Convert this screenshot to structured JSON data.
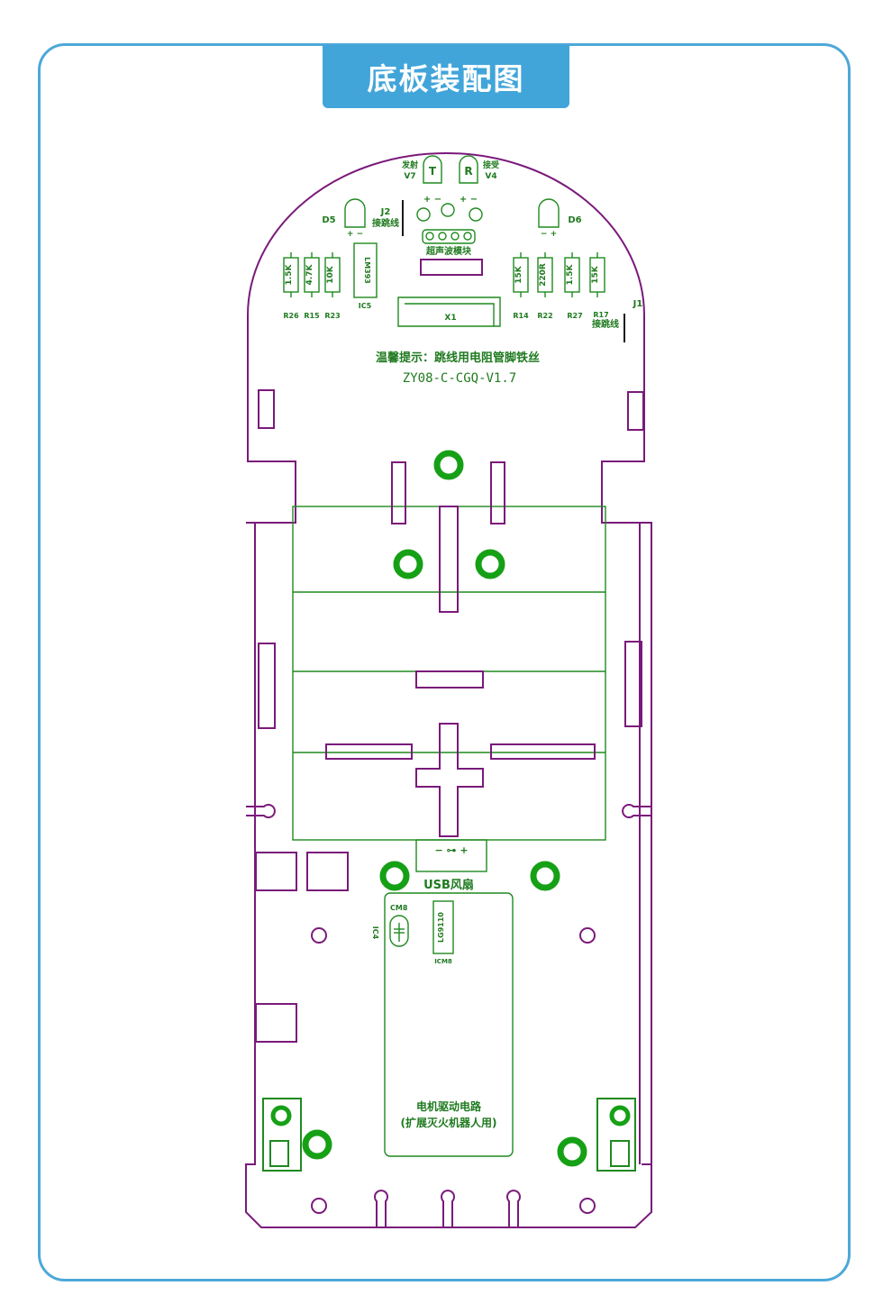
{
  "title": "底板装配图",
  "board": {
    "emitter": {
      "letter": "T",
      "label_cn": "发射",
      "label_id": "V7"
    },
    "receiver": {
      "letter": "R",
      "label_cn": "接受",
      "label_id": "V4"
    },
    "pm_left": "+ −",
    "pm_right": "+ −",
    "pm_d5": "+   −",
    "pm_d6": "−   +",
    "d5": "D5",
    "d6": "D6",
    "j2": "J2",
    "j2_cn": "接跳线",
    "ultrasonic": "超声波模块",
    "j1": "J1",
    "j1_cn": "接跳线",
    "ic5": "IC5",
    "lm393": "LM393",
    "x1": "X1",
    "resistors_left": [
      {
        "value": "1.5K",
        "ref": "R26"
      },
      {
        "value": "4.7K",
        "ref": "R15"
      },
      {
        "value": "10K",
        "ref": "R23"
      }
    ],
    "resistors_right": [
      {
        "value": "15K",
        "ref": "R14"
      },
      {
        "value": "220R",
        "ref": "R22"
      },
      {
        "value": "1.5K",
        "ref": "R27"
      },
      {
        "value": "15K",
        "ref": "R17"
      }
    ],
    "tip": "温馨提示：跳线用电阻管脚铁丝",
    "version": "ZY08-C-CGQ-V1.7",
    "usb_fan": "USB风扇",
    "usb_pins": "−  ⊶  +",
    "cm8": "CM8",
    "ic4": "IC4",
    "ls": "LG9110",
    "icm": "ICM8",
    "motor_line1": "电机驱动电路",
    "motor_line2": "(扩展灭火机器人用)"
  },
  "colors": {
    "frame": "#4da8d8",
    "tab": "#41a5d9",
    "silkscreen": "#1f8a1f",
    "outline": "#7a1a7a"
  }
}
